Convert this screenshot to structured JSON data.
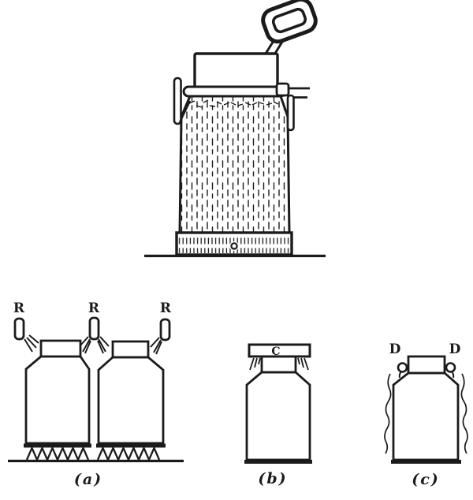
{
  "colors": {
    "ink": "#1b1b1b",
    "paper": "#ffffff"
  },
  "figure_a": {
    "caption": "(a)",
    "jet_labels": [
      "R",
      "R",
      "R"
    ]
  },
  "figure_b": {
    "caption": "(b)",
    "cap_label": "C"
  },
  "figure_c": {
    "caption": "(c)",
    "side_labels": [
      "D",
      "D"
    ]
  }
}
